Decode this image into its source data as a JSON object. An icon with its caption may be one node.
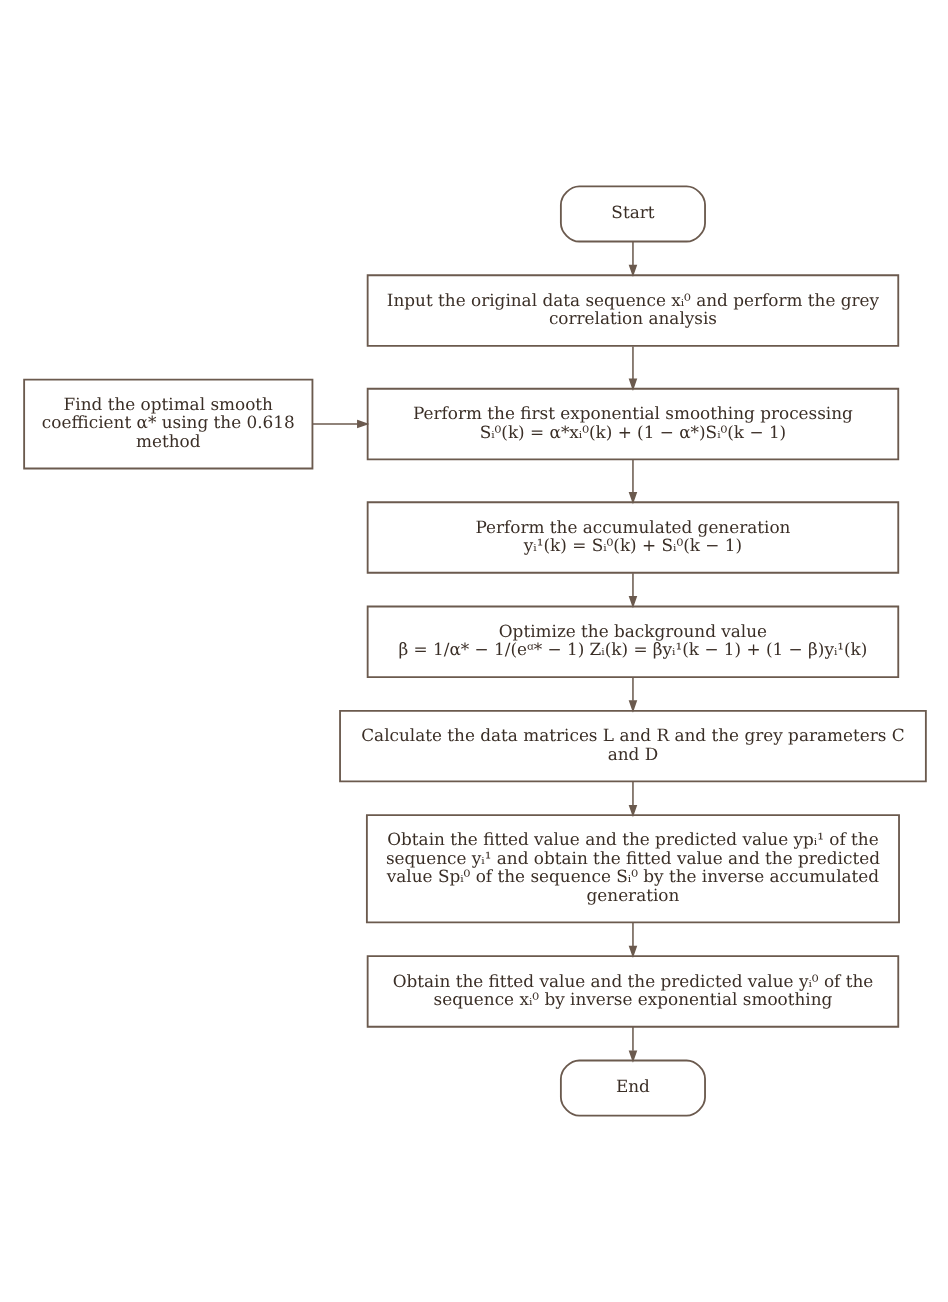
{
  "diagram": {
    "nodes": [
      {
        "text": [
          "Start"
        ]
      },
      {
        "text": [
          "Input the original data sequence xᵢ⁰ and perform the grey correlation analysis"
        ]
      },
      {
        "text": [
          "Find the optimal smooth coefficient α* using the 0.618 method"
        ]
      },
      {
        "text": [
          "Perform the first exponential smoothing processing",
          "Sᵢ⁰(k) = α*xᵢ⁰(k) + (1 − α*)Sᵢ⁰(k − 1)"
        ]
      },
      {
        "text": [
          "Perform the accumulated generation",
          "yᵢ¹(k) = Sᵢ⁰(k) + Sᵢ⁰(k − 1)"
        ]
      },
      {
        "text": [
          "Optimize the background value",
          "β = 1/α* − 1/(eᵅ* − 1) Zᵢ(k) = βyᵢ¹(k − 1) + (1 − β)yᵢ¹(k)"
        ]
      },
      {
        "text": [
          "Calculate the data matrices L and R and the grey parameters C and D"
        ]
      },
      {
        "text": [
          "Obtain the fitted value and the predicted value ypᵢ¹ of the sequence yᵢ¹ and obtain the fitted value and the predicted value Spᵢ⁰ of the sequence Sᵢ⁰ by the inverse accumulated generation"
        ]
      },
      {
        "text": [
          "Obtain the fitted value and the predicted value yᵢ⁰ of the sequence xᵢ⁰ by inverse exponential smoothing"
        ]
      },
      {
        "text": [
          "End"
        ]
      }
    ],
    "edges": [
      {
        "from": 0,
        "to": 1,
        "arrow": "to"
      },
      {
        "from": 1,
        "to": 3,
        "arrow": "to"
      },
      {
        "from": 2,
        "to": 3,
        "arrow": "to"
      },
      {
        "from": 3,
        "to": 4,
        "arrow": "to"
      },
      {
        "from": 4,
        "to": 5,
        "arrow": "to"
      },
      {
        "from": 5,
        "to": 6,
        "arrow": "to"
      },
      {
        "from": 6,
        "to": 7,
        "arrow": "to"
      },
      {
        "from": 7,
        "to": 8,
        "arrow": "to"
      },
      {
        "from": 8,
        "to": 9,
        "arrow": "to"
      }
    ]
  }
}
